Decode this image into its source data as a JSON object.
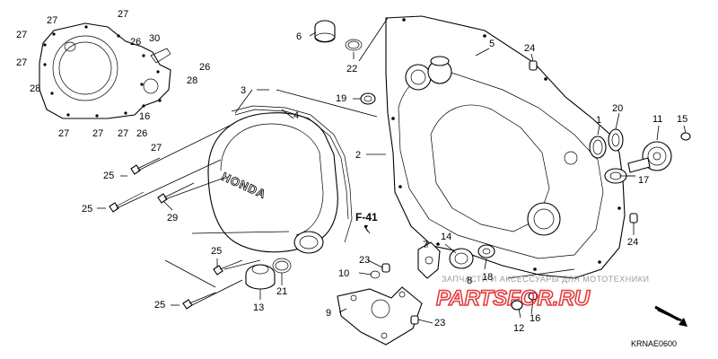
{
  "ref_label": "F-41",
  "diagram_code": "KRNAE0600",
  "watermark": {
    "caption": "ЗАПЧАСТИ И АКСЕССУАРЫ ДЛЯ МОТОТЕХНИКИ",
    "logo": "PARTSFOR.RU"
  },
  "cover_brand": "HONDA",
  "callouts": [
    {
      "id": "c1",
      "label": "1"
    },
    {
      "id": "c2",
      "label": "2"
    },
    {
      "id": "c3",
      "label": "3"
    },
    {
      "id": "c4",
      "label": "4"
    },
    {
      "id": "c5",
      "label": "5"
    },
    {
      "id": "c6",
      "label": "6"
    },
    {
      "id": "c7",
      "label": "7"
    },
    {
      "id": "c8",
      "label": "8"
    },
    {
      "id": "c9",
      "label": "9"
    },
    {
      "id": "c10",
      "label": "10"
    },
    {
      "id": "c11",
      "label": "11"
    },
    {
      "id": "c12",
      "label": "12"
    },
    {
      "id": "c13",
      "label": "13"
    },
    {
      "id": "c14",
      "label": "14"
    },
    {
      "id": "c15",
      "label": "15"
    },
    {
      "id": "c16a",
      "label": "16"
    },
    {
      "id": "c16b",
      "label": "16"
    },
    {
      "id": "c17",
      "label": "17"
    },
    {
      "id": "c18",
      "label": "18"
    },
    {
      "id": "c19",
      "label": "19"
    },
    {
      "id": "c20",
      "label": "20"
    },
    {
      "id": "c21",
      "label": "21"
    },
    {
      "id": "c22",
      "label": "22"
    },
    {
      "id": "c23a",
      "label": "23"
    },
    {
      "id": "c23b",
      "label": "23"
    },
    {
      "id": "c24a",
      "label": "24"
    },
    {
      "id": "c24b",
      "label": "24"
    },
    {
      "id": "c25a",
      "label": "25"
    },
    {
      "id": "c25b",
      "label": "25"
    },
    {
      "id": "c25c",
      "label": "25"
    },
    {
      "id": "c25d",
      "label": "25"
    },
    {
      "id": "c26a",
      "label": "26"
    },
    {
      "id": "c26b",
      "label": "26"
    },
    {
      "id": "c26c",
      "label": "26"
    },
    {
      "id": "c27a",
      "label": "27"
    },
    {
      "id": "c27b",
      "label": "27"
    },
    {
      "id": "c27c",
      "label": "27"
    },
    {
      "id": "c27d",
      "label": "27"
    },
    {
      "id": "c27e",
      "label": "27"
    },
    {
      "id": "c27f",
      "label": "27"
    },
    {
      "id": "c27g",
      "label": "27"
    },
    {
      "id": "c27h",
      "label": "27"
    },
    {
      "id": "c28a",
      "label": "28"
    },
    {
      "id": "c28b",
      "label": "28"
    },
    {
      "id": "c29",
      "label": "29"
    },
    {
      "id": "c30",
      "label": "30"
    }
  ]
}
